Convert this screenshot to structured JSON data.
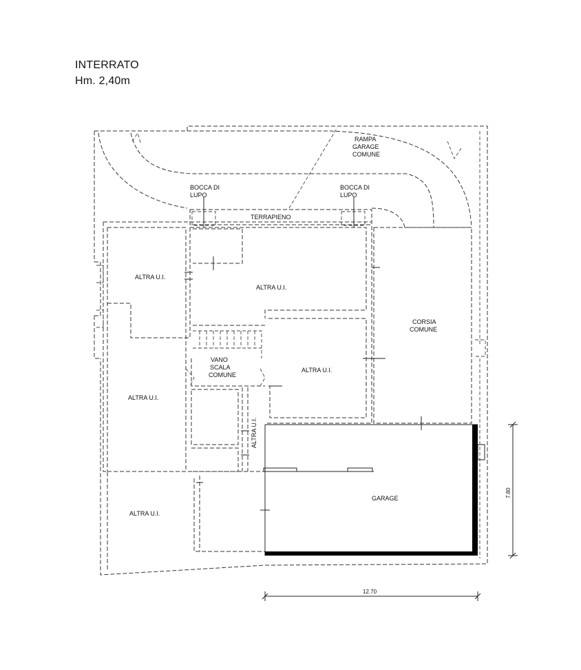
{
  "header": {
    "floor_name": "INTERRATO",
    "height_note": "Hm. 2,40m"
  },
  "labels": {
    "rampa_line1": "RAMPA",
    "rampa_line2": "GARAGE",
    "rampa_line3": "COMUNE",
    "bocca_left_line1": "BOCCA DI",
    "bocca_left_line2": "LUPO",
    "bocca_right_line1": "BOCCA DI",
    "bocca_right_line2": "LUPO",
    "terrapieno": "TERRAPIENO",
    "altra_ui_top_left": "ALTRA U.I.",
    "altra_ui_top_center": "ALTRA U.I.",
    "corsia_line1": "CORSIA",
    "corsia_line2": "COMUNE",
    "vano_line1": "VANO",
    "vano_line2": "SCALA",
    "vano_line3": "COMUNE",
    "altra_ui_center": "ALTRA U.I.",
    "altra_ui_left_mid": "ALTRA U.I.",
    "altra_ui_vertical": "ALTRA U.I.",
    "garage": "GARAGE",
    "altra_ui_bottom_left": "ALTRA U.I."
  },
  "dimensions": {
    "height_value": "7.80",
    "width_value": "12.70"
  }
}
